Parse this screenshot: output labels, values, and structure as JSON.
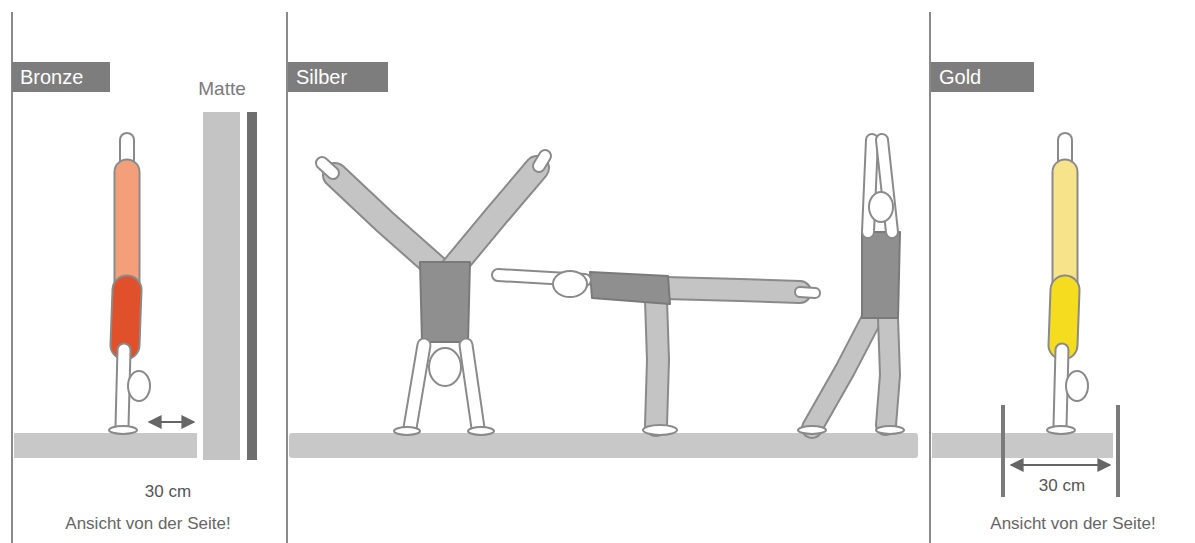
{
  "diagram": {
    "nodes": [
      {
        "text": [
          "Bronze"
        ]
      },
      {
        "text": [
          "Silber"
        ]
      },
      {
        "text": [
          "Gold"
        ]
      }
    ],
    "labels": [
      "Matte",
      "30 cm",
      "Ansicht von der Seite!",
      "30 cm",
      "Ansicht von der Seite!"
    ]
  }
}
